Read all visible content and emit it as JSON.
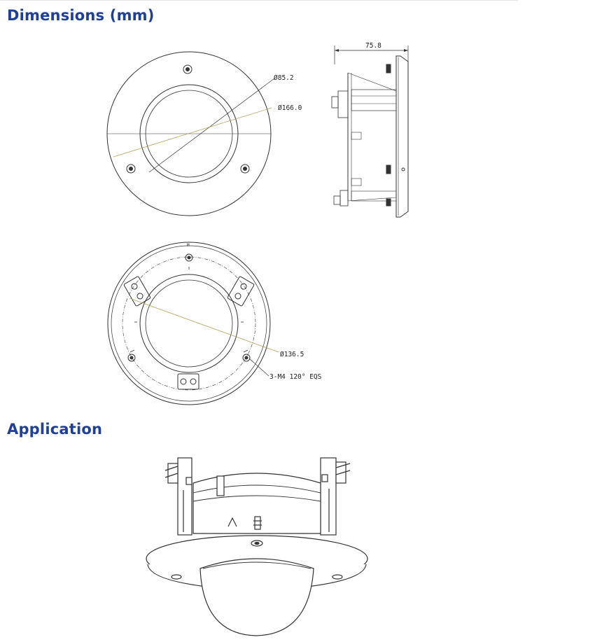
{
  "headings": {
    "dimensions": "Dimensions (mm)",
    "application": "Application"
  },
  "front_view": {
    "dim_inner": "Ø85.2",
    "dim_outer": "Ø166.0"
  },
  "side_view": {
    "dim_depth": "75.8"
  },
  "back_view": {
    "dim_bolt_circle": "Ø136.5",
    "screw_note": "3-M4 120° EQS",
    "small_mark": "M"
  },
  "colors": {
    "heading": "#1f3f99",
    "line": "#333333",
    "leader_yellow": "#b4a25a"
  }
}
